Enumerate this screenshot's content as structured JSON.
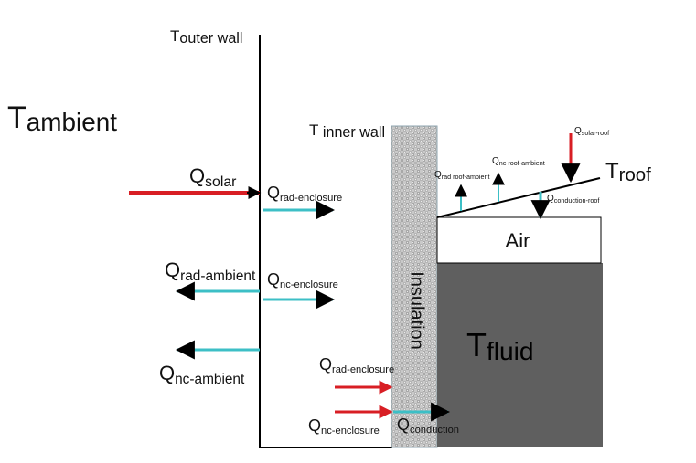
{
  "labels": {
    "t_outer_wall": {
      "main": "T",
      "sub": "outer wall"
    },
    "t_ambient": {
      "main": "T",
      "sub": "ambient"
    },
    "t_inner_wall": {
      "main": "T",
      "sub": " inner wall"
    },
    "q_solar": {
      "main": "Q",
      "sub": "solar"
    },
    "q_rad_enclosure_outer": {
      "main": "Q",
      "sub": "rad-enclosure"
    },
    "q_rad_ambient": {
      "main": "Q",
      "sub": "rad-ambient"
    },
    "q_nc_enclosure_outer": {
      "main": "Q",
      "sub": "nc-enclosure"
    },
    "q_nc_ambient": {
      "main": "Q",
      "sub": "nc-ambient"
    },
    "q_rad_enclosure_inner": {
      "main": "Q",
      "sub": "rad-enclosure"
    },
    "q_nc_enclosure_inner": {
      "main": "Q",
      "sub": "nc-enclosure"
    },
    "q_conduction": {
      "main": "Q",
      "sub": "conduction"
    },
    "insulation": "Insulation",
    "air": "Air",
    "t_fluid": {
      "main": "T",
      "sub": "fluid"
    },
    "t_roof": {
      "main": "T",
      "sub": "roof"
    },
    "q_solar_roof": {
      "main": "Q",
      "sub": "solar-roof"
    },
    "q_nc_roof_ambient": {
      "main": "Q",
      "sub": "nc roof-ambient"
    },
    "q_rad_roof_ambient": {
      "main": "Q",
      "sub": "rad roof-ambient"
    },
    "q_conduction_roof": {
      "main": "Q",
      "sub": "conduction-roof"
    }
  },
  "colors": {
    "solar_arrow": "#d81e24",
    "heat_arrow": "#3cbfc6",
    "wall_line": "#000000",
    "fluid_fill": "#5f5f5f",
    "insulation_fill": "#c4c4c4",
    "air_fill": "#ffffff"
  }
}
